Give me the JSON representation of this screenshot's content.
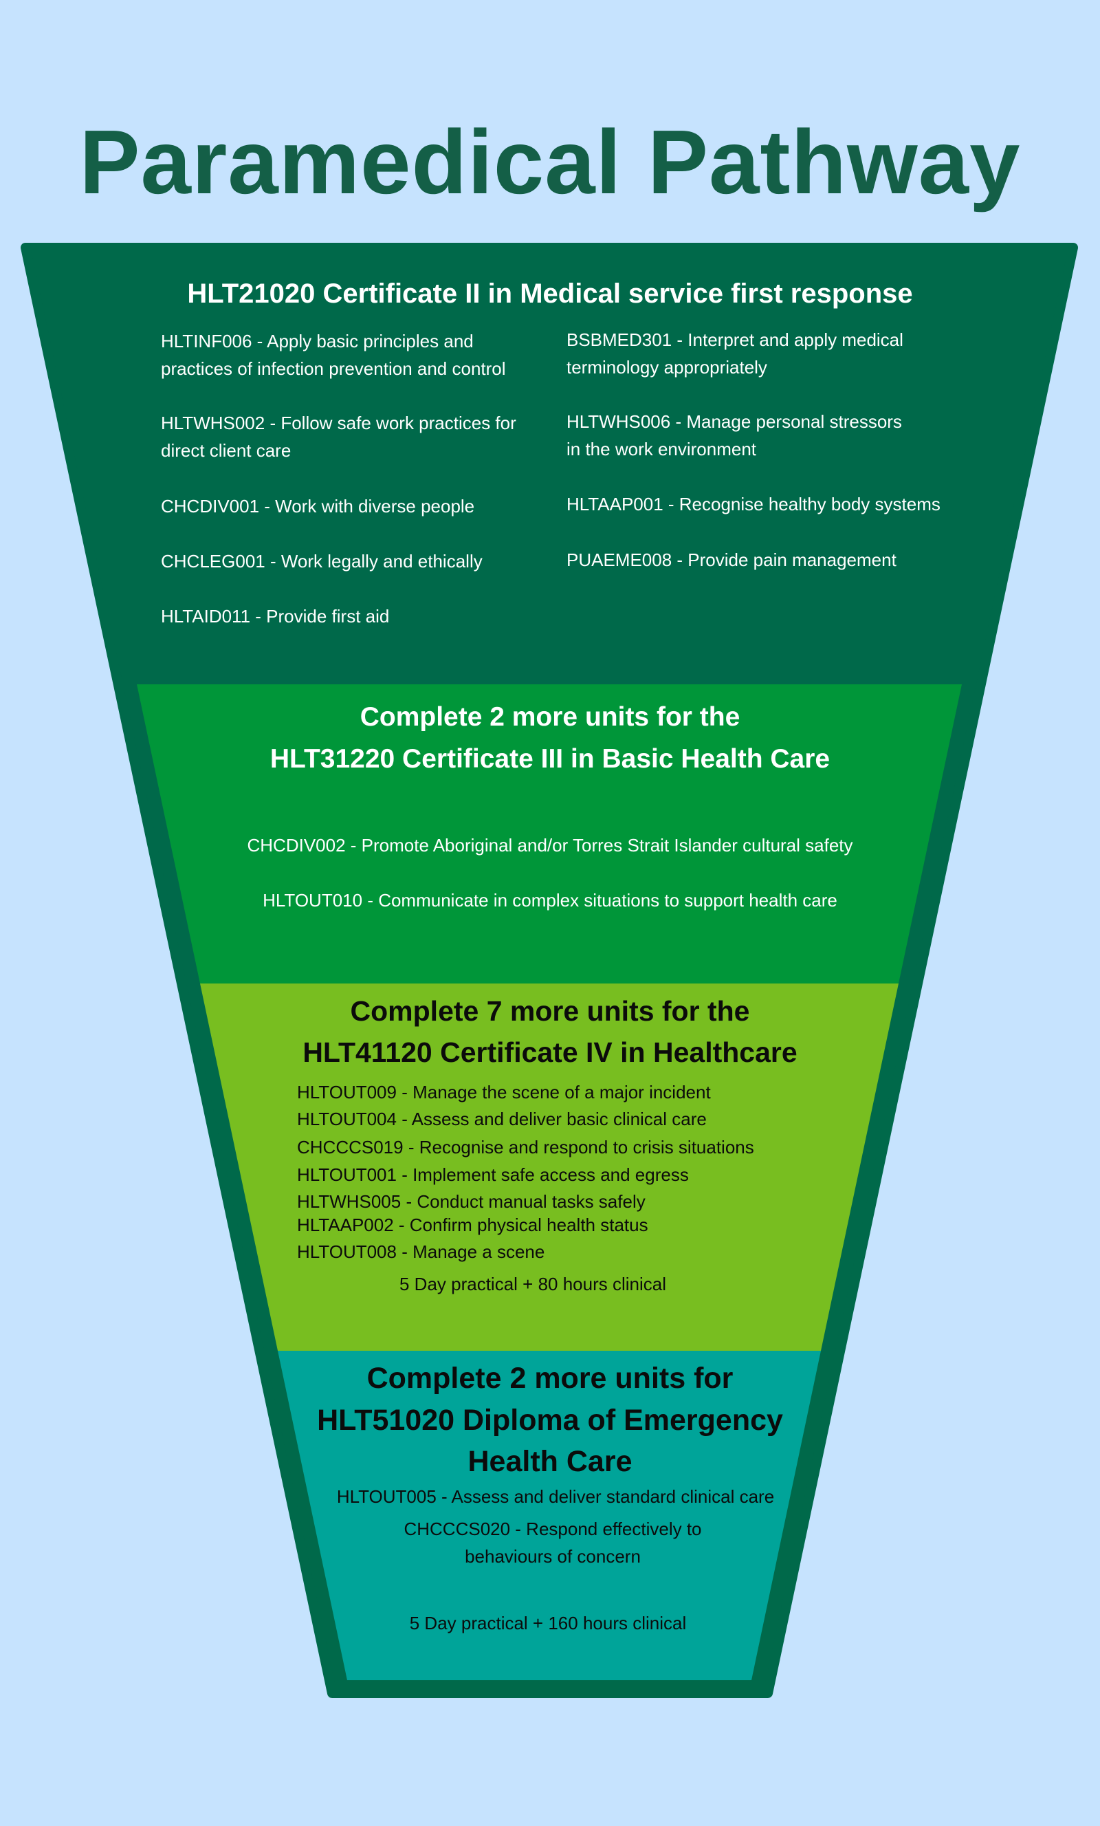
{
  "title": "Paramedical Pathway",
  "colors": {
    "background": "#c6e3fe",
    "title": "#145f47",
    "funnel": "#00694a",
    "level2": "#009639",
    "level3": "#78be20",
    "level4": "#00a499"
  },
  "level1": {
    "heading": "HLT21020 Certificate II in Medical service first response",
    "left_units": [
      [
        "HLTINF006 - Apply basic principles and",
        "practices of infection prevention and control"
      ],
      [
        "HLTWHS002 - Follow safe work practices for",
        "direct client care"
      ],
      [
        "CHCDIV001 - Work with diverse people"
      ],
      [
        "CHCLEG001 - Work legally and ethically"
      ],
      [
        "HLTAID011 - Provide first aid"
      ]
    ],
    "right_units": [
      [
        "BSBMED301 - Interpret and apply medical",
        "terminology appropriately"
      ],
      [
        "HLTWHS006 - Manage personal stressors",
        "in the work environment"
      ],
      [
        "HLTAAP001 - Recognise healthy body systems"
      ],
      [
        "PUAEME008 - Provide pain management"
      ]
    ]
  },
  "level2": {
    "heading": [
      "Complete 2 more units for the",
      "HLT31220 Certificate III in Basic Health Care"
    ],
    "units": [
      "CHCDIV002 - Promote Aboriginal and/or Torres Strait Islander cultural safety",
      "HLTOUT010 - Communicate in complex situations to support health care"
    ]
  },
  "level3": {
    "heading": [
      "Complete 7 more units for the",
      "HLT41120 Certificate IV in Healthcare"
    ],
    "units": [
      "HLTOUT009 - Manage the scene of a major incident",
      "HLTOUT004 - Assess and deliver basic clinical care",
      "CHCCCS019 - Recognise and respond to crisis situations",
      "HLTOUT001 - Implement safe access and egress",
      "HLTWHS005 - Conduct manual tasks safely",
      "HLTAAP002 - Confirm physical health status",
      "HLTOUT008 - Manage a scene"
    ],
    "note": "5 Day practical + 80 hours clinical"
  },
  "level4": {
    "heading": [
      "Complete 2 more units for",
      "HLT51020 Diploma of Emergency",
      "Health Care"
    ],
    "units": [
      [
        "HLTOUT005 - Assess and deliver standard clinical care"
      ],
      [
        "CHCCCS020 - Respond effectively to",
        "behaviours of concern"
      ]
    ],
    "note": "5 Day practical + 160 hours clinical"
  }
}
